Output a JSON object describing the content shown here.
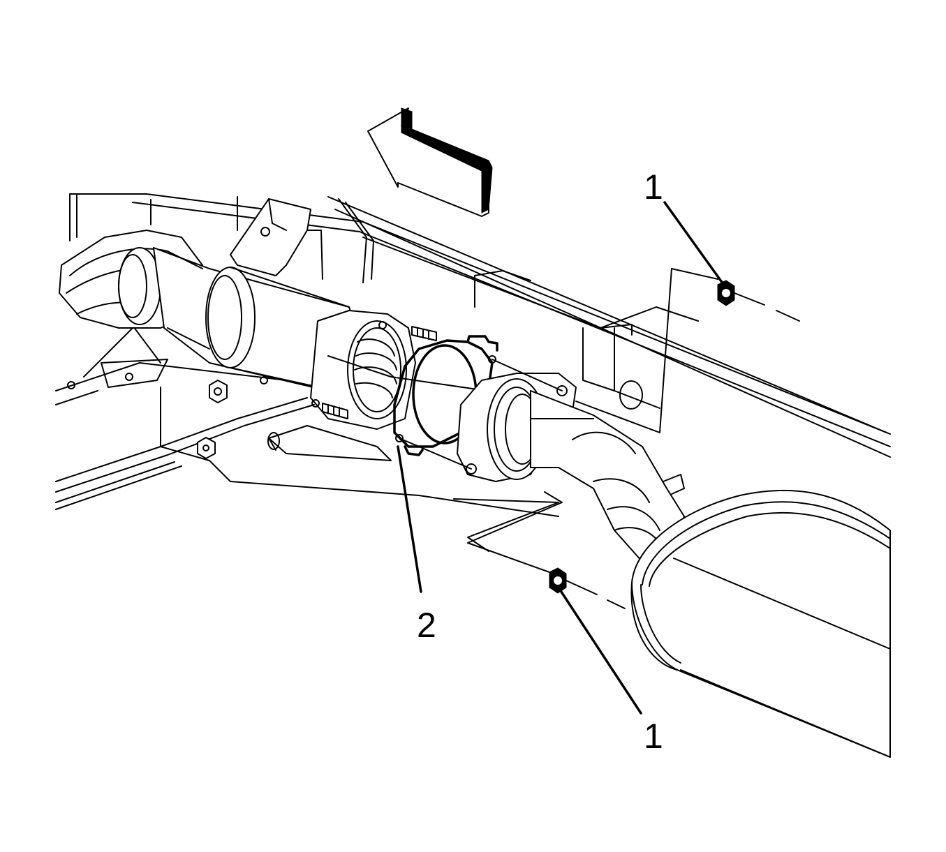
{
  "callouts": {
    "nut_upper": "1",
    "gasket": "2",
    "nut_lower": "1"
  }
}
